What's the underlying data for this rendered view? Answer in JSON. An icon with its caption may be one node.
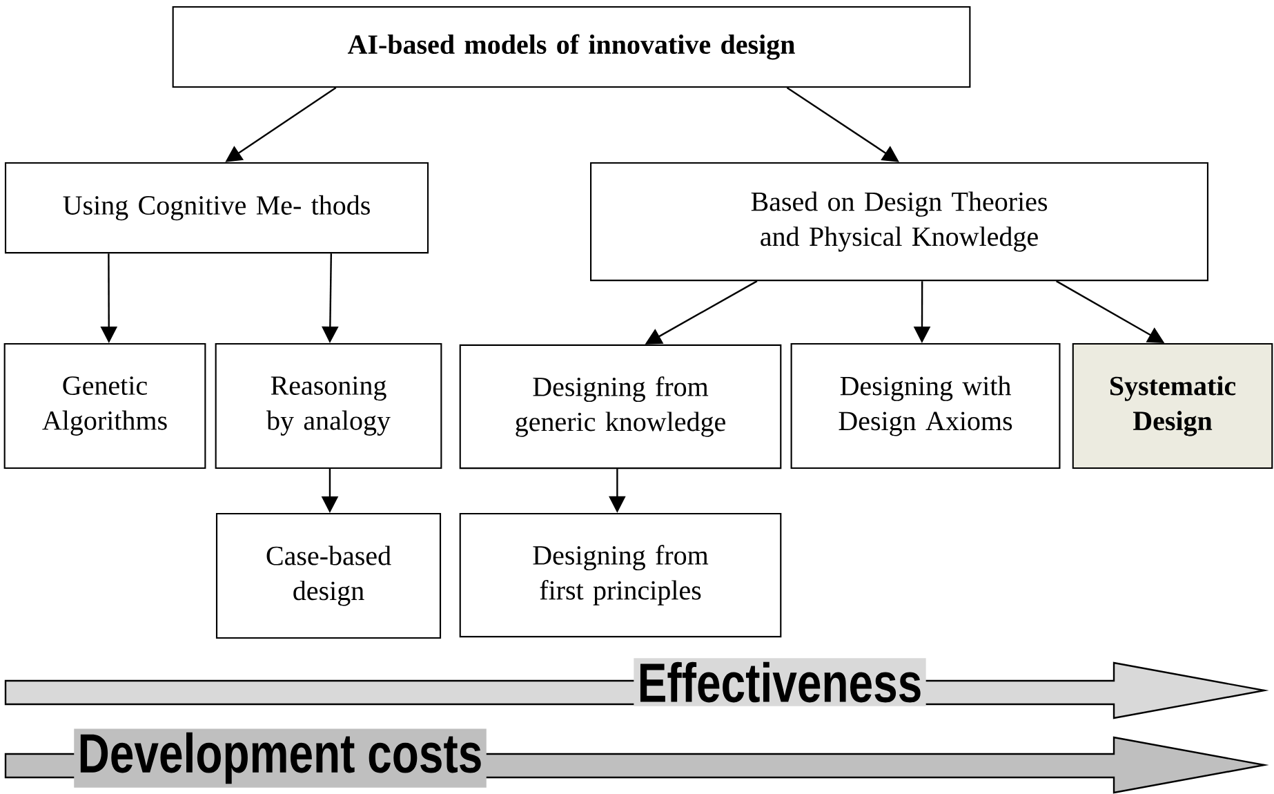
{
  "diagram": {
    "nodes": [
      {
        "text": [
          "AI-based models of innovative design"
        ]
      },
      {
        "text": [
          "Using Cognitive Me- thods"
        ]
      },
      {
        "text": [
          "Based on Design Theories and Physical Knowledge"
        ]
      },
      {
        "text": [
          "Genetic Algorithms"
        ]
      },
      {
        "text": [
          "Reasoning by analogy"
        ]
      },
      {
        "text": [
          "Designing from generic knowledge"
        ]
      },
      {
        "text": [
          "Designing with Design Axioms"
        ]
      },
      {
        "text": [
          "Systematic Design"
        ]
      },
      {
        "text": [
          "Case-based design"
        ]
      },
      {
        "text": [
          "Designing from first principles"
        ]
      }
    ],
    "edges": [
      {
        "from": 0,
        "to": 1,
        "arrow": "to"
      },
      {
        "from": 0,
        "to": 2,
        "arrow": "to"
      },
      {
        "from": 1,
        "to": 3,
        "arrow": "to"
      },
      {
        "from": 1,
        "to": 4,
        "arrow": "to"
      },
      {
        "from": 4,
        "to": 8,
        "arrow": "to"
      },
      {
        "from": 2,
        "to": 5,
        "arrow": "to"
      },
      {
        "from": 2,
        "to": 6,
        "arrow": "to"
      },
      {
        "from": 2,
        "to": 7,
        "arrow": "to"
      },
      {
        "from": 5,
        "to": 9,
        "arrow": "to"
      }
    ],
    "labels": [
      "Effectiveness",
      "Development costs"
    ]
  }
}
